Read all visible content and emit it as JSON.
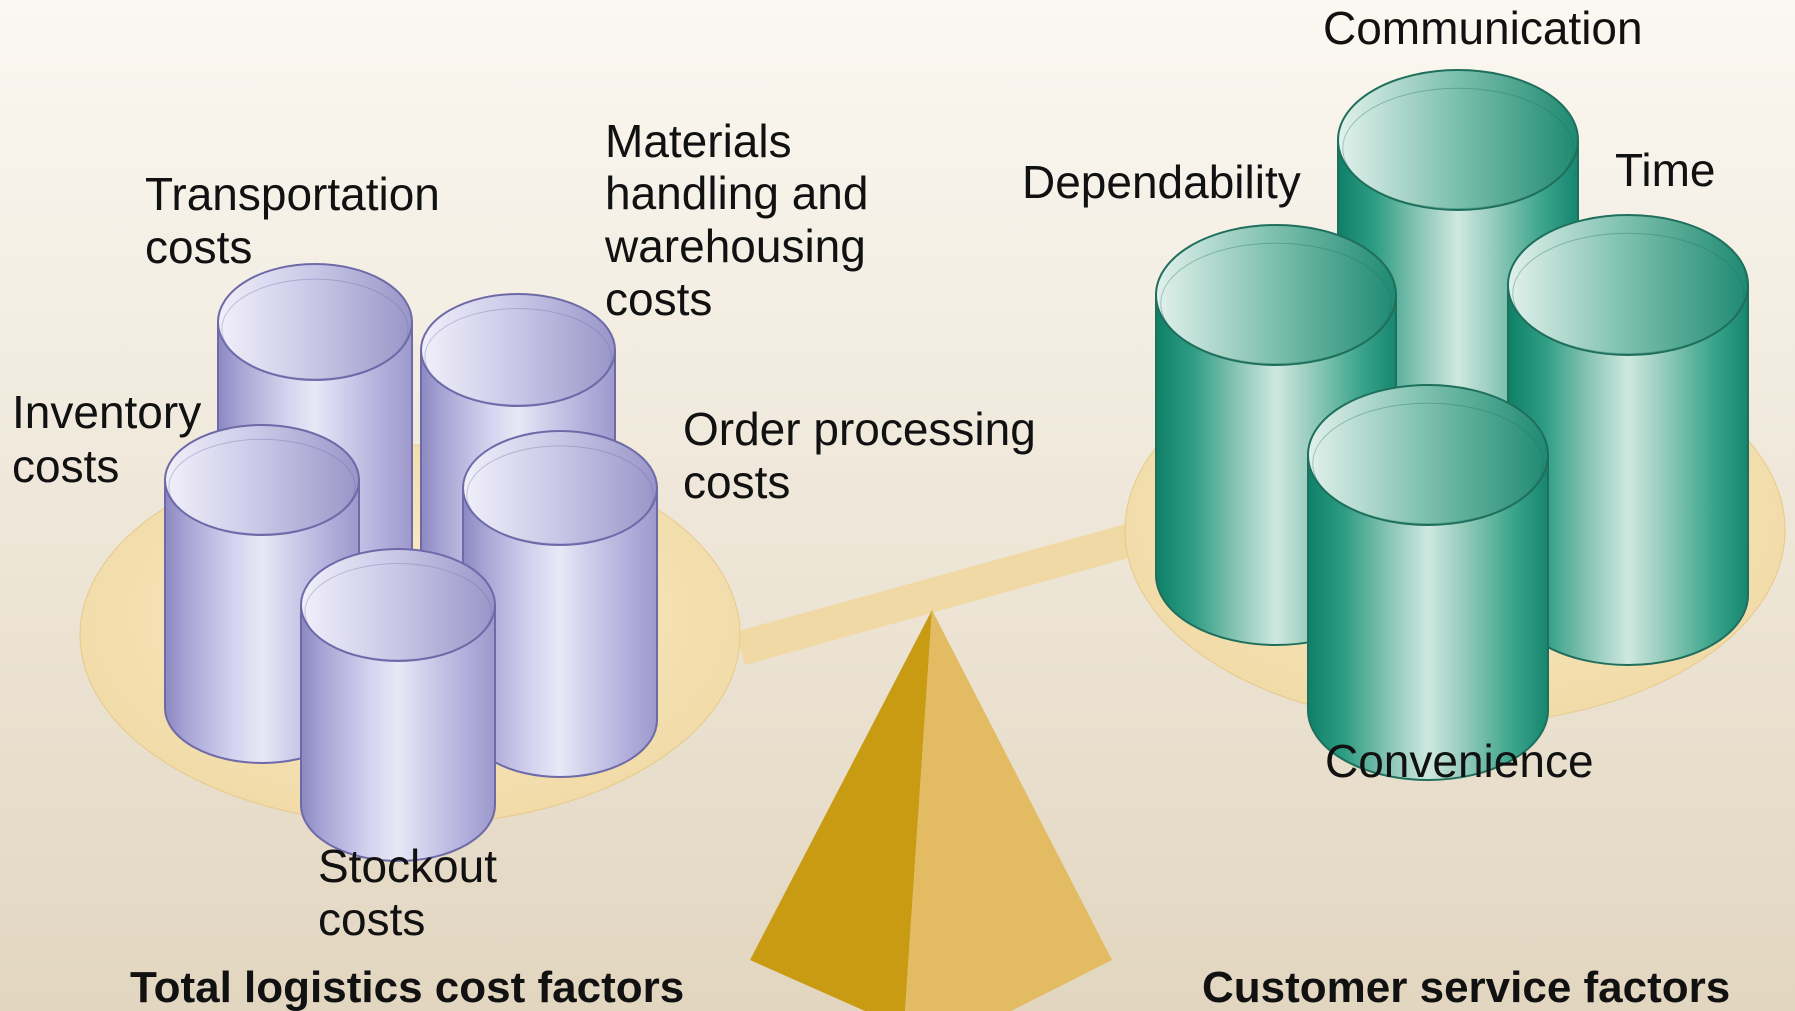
{
  "left_group": {
    "caption": "Total logistics cost factors",
    "labels": {
      "transportation": [
        "Transportation",
        "costs"
      ],
      "materials": [
        "Materials",
        "handling and",
        "warehousing",
        "costs"
      ],
      "inventory": [
        "Inventory",
        "costs"
      ],
      "order_processing": [
        "Order processing",
        "costs"
      ],
      "stockout": [
        "Stockout",
        "costs"
      ]
    }
  },
  "right_group": {
    "caption": "Customer service factors",
    "labels": {
      "communication": "Communication",
      "dependability": "Dependability",
      "time": "Time",
      "convenience": "Convenience"
    }
  },
  "colors": {
    "background_top": "#fbf8f2",
    "background_bottom": "#e2d6c0",
    "plate": "#f0d9a4",
    "plate_edge": "#e7c98a",
    "beam": "#f0d9a4",
    "fulcrum_dark": "#c99b12",
    "fulcrum_light": "#e2bb62",
    "cost_cylinder": "#b6b4dc",
    "cost_cylinder_edge": "#6e6aa8",
    "service_cylinder": "#3a9e86",
    "service_cylinder_edge": "#1f6f5c"
  }
}
